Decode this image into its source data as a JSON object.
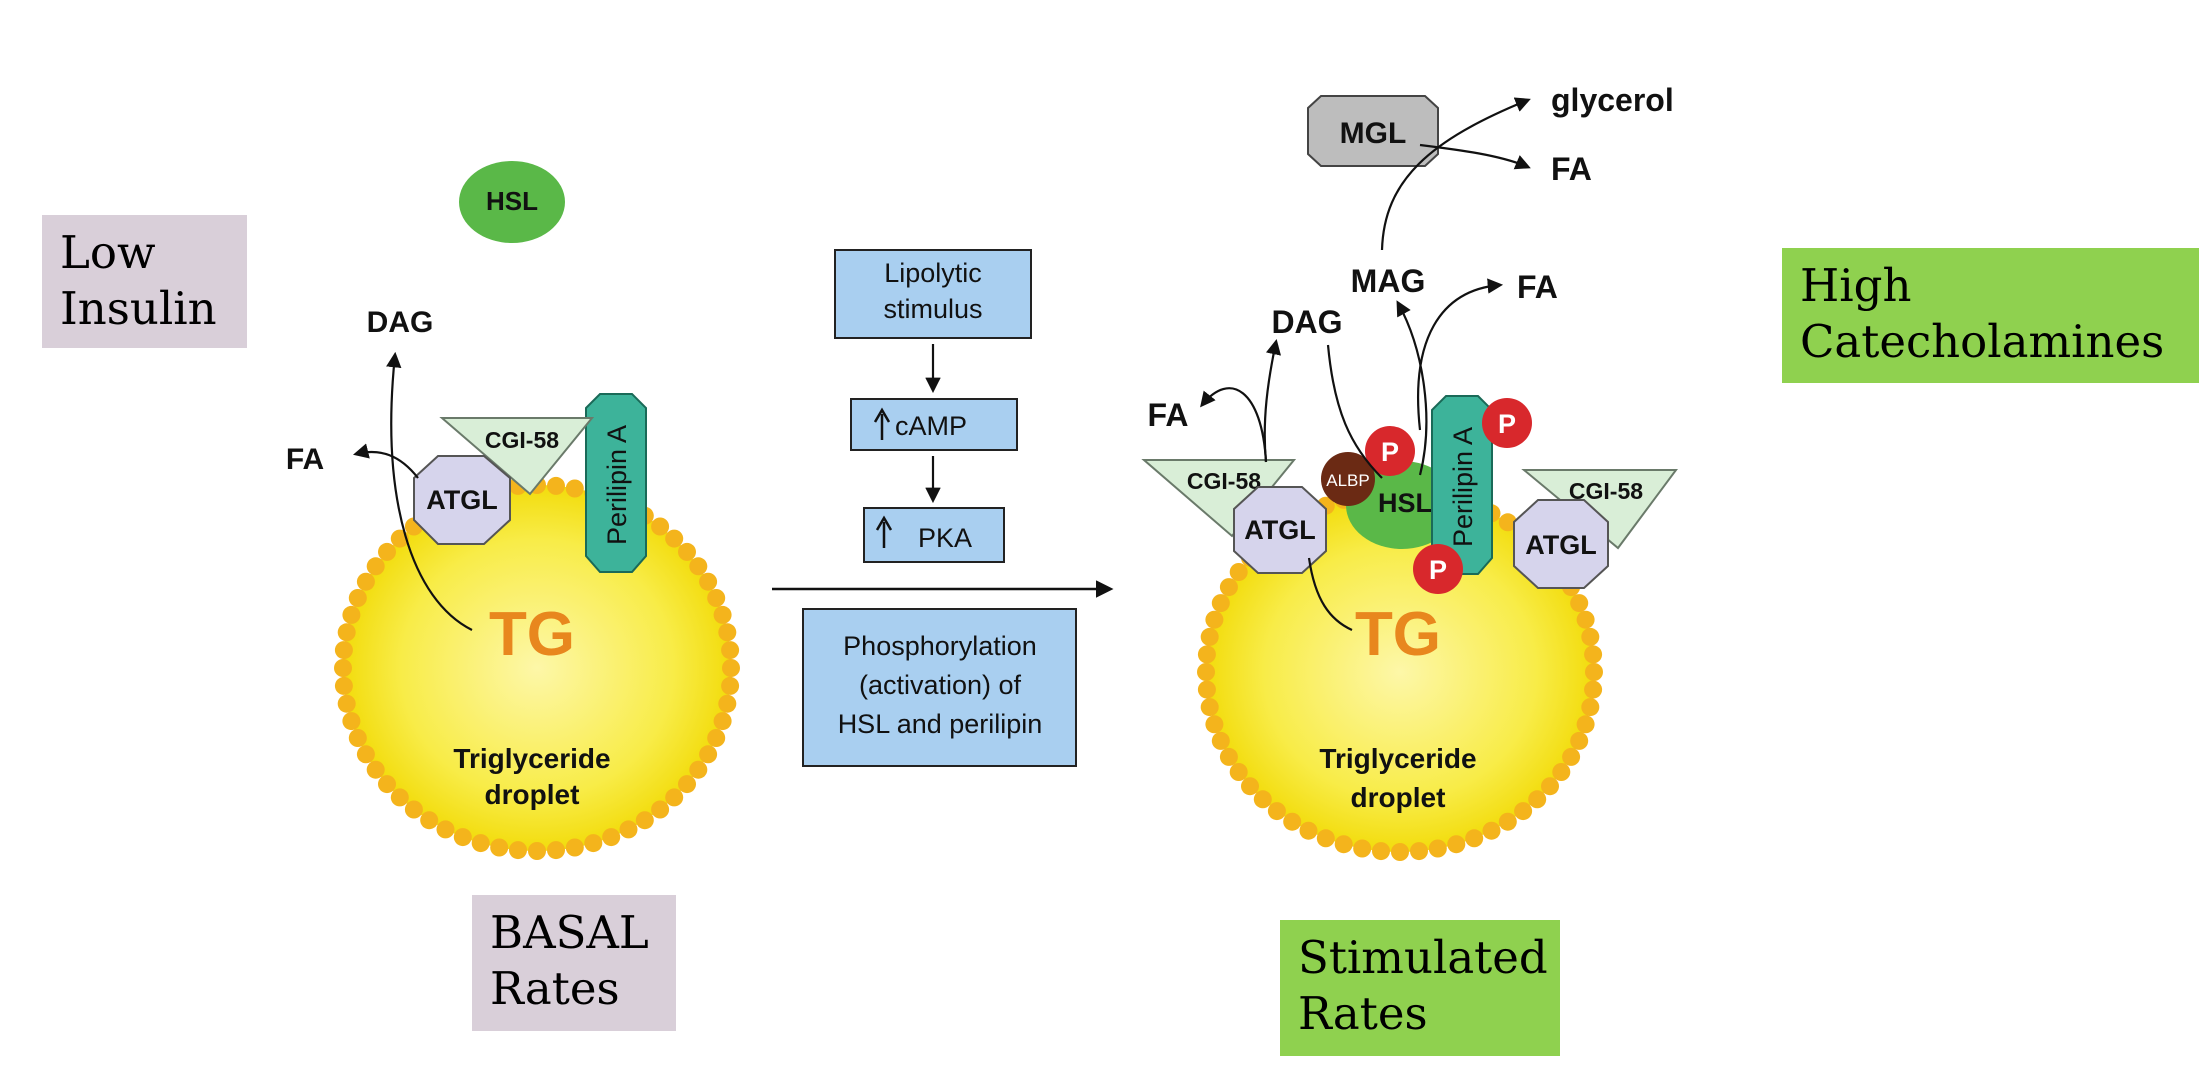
{
  "labels": {
    "low_insulin": "Low\nInsulin",
    "high_catecholamines": "High\nCatecholamines",
    "basal_rates": "BASAL\nRates",
    "stimulated_rates": "Stimulated\nRates"
  },
  "basal": {
    "hsl": "HSL",
    "dag": "DAG",
    "fa": "FA",
    "cgi58": "CGI-58",
    "atgl": "ATGL",
    "perilipin": "Perilipin A",
    "tg": "TG",
    "droplet_line1": "Triglyceride",
    "droplet_line2": "droplet"
  },
  "pathway": {
    "box1_line1": "Lipolytic",
    "box1_line2": "stimulus",
    "box2": "cAMP",
    "box3": "PKA",
    "box4_line1": "Phosphorylation",
    "box4_line2": "(activation) of",
    "box4_line3": "HSL and perilipin"
  },
  "stimulated": {
    "mgl": "MGL",
    "glycerol": "glycerol",
    "fa_top": "FA",
    "mag": "MAG",
    "fa_mag": "FA",
    "dag": "DAG",
    "fa_left": "FA",
    "cgi58_left": "CGI-58",
    "cgi58_right": "CGI-58",
    "atgl_left": "ATGL",
    "atgl_right": "ATGL",
    "hsl": "HSL",
    "albp": "ALBP",
    "perilipin": "Perilipin A",
    "phospho": "P",
    "tg": "TG",
    "droplet_line1": "Triglyceride",
    "droplet_line2": "droplet"
  },
  "colors": {
    "droplet_center": "#fdf7a8",
    "droplet_edge": "#f2dc0c",
    "droplet_bead": "#f4b41c",
    "tg_text": "#e8871e",
    "hsl_green": "#5ab848",
    "perilipin_teal": "#3db39a",
    "atgl_lavender": "#d6d4ec",
    "cgi58_mint": "#d9eed7",
    "pathway_box": "#a9cff0",
    "phospho_red": "#d8282c",
    "albp_brown": "#6b2a14",
    "mgl_grey": "#bdbdbd"
  }
}
